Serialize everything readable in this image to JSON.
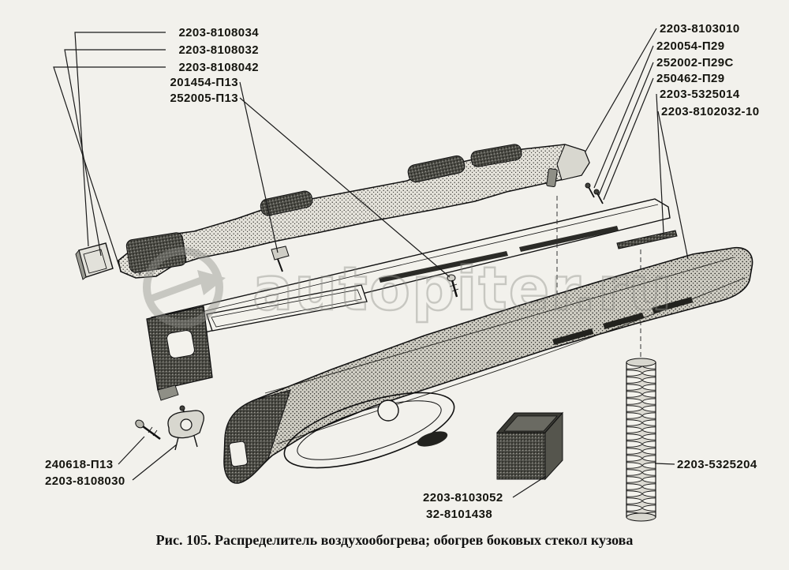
{
  "figure": {
    "caption": "Рис. 105. Распределитель воздухообогрева; обогрев боковых стекол кузова",
    "watermark": "autopiter.ru"
  },
  "part_labels": {
    "top_left": [
      {
        "text": "2203-8108034"
      },
      {
        "text": "2203-8108032"
      },
      {
        "text": "2203-8108042"
      },
      {
        "text": "201454-П13"
      },
      {
        "text": "252005-П13"
      }
    ],
    "top_right": [
      {
        "text": "2203-8103010"
      },
      {
        "text": "220054-П29"
      },
      {
        "text": "252002-П29С"
      },
      {
        "text": "250462-П29"
      },
      {
        "text": "2203-5325014"
      },
      {
        "text": "2203-8102032-10"
      }
    ],
    "bottom_left": [
      {
        "text": "240618-П13"
      },
      {
        "text": "2203-8108030"
      }
    ],
    "bottom_center": [
      {
        "text": "2203-8103052"
      },
      {
        "text": "32-8101438"
      }
    ],
    "middle_right": [
      {
        "text": "2203-5325204"
      }
    ]
  },
  "colors": {
    "paper": "#f2f1ec",
    "ink": "#111111",
    "watermark_gray": "#8e8e88"
  }
}
